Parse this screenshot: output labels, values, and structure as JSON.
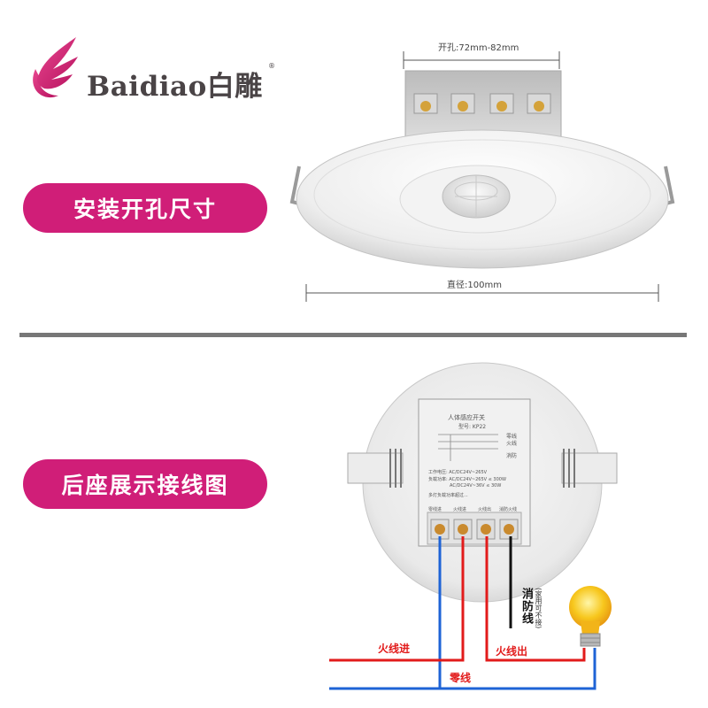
{
  "brand": {
    "name": "Baidiao",
    "chinese_name": "白雕",
    "registered_mark": "®"
  },
  "section_install": {
    "label": "安装开孔尺寸",
    "hole_size": "开孔:72mm-82mm",
    "diameter": "直径:100mm"
  },
  "section_wiring": {
    "label": "后座展示接线图",
    "module": {
      "title": "人体感应开关",
      "model": "型号: KP22",
      "legend": [
        "零线",
        "火线",
        "消防"
      ],
      "specs": [
        "工作电压: AC/DC24V~265V",
        "负载功率: AC/DC24V~265V ≤ 300W",
        "AC/DC24V~36V ≤ 30W"
      ],
      "note": "多灯负载功率超过...",
      "terminals": [
        "零线进",
        "火线进",
        "火线出",
        "消防火线"
      ]
    },
    "wires": {
      "live_in": "火线进",
      "live_out": "火线出",
      "neutral": "零线",
      "fire_line": "消防线",
      "fire_note": "(家用可不接)"
    }
  },
  "colors": {
    "accent": "#d01e78",
    "live_wire": "#e21b1b",
    "neutral_wire": "#1e63d6",
    "fire_wire": "#111111",
    "divider": "#777777"
  }
}
